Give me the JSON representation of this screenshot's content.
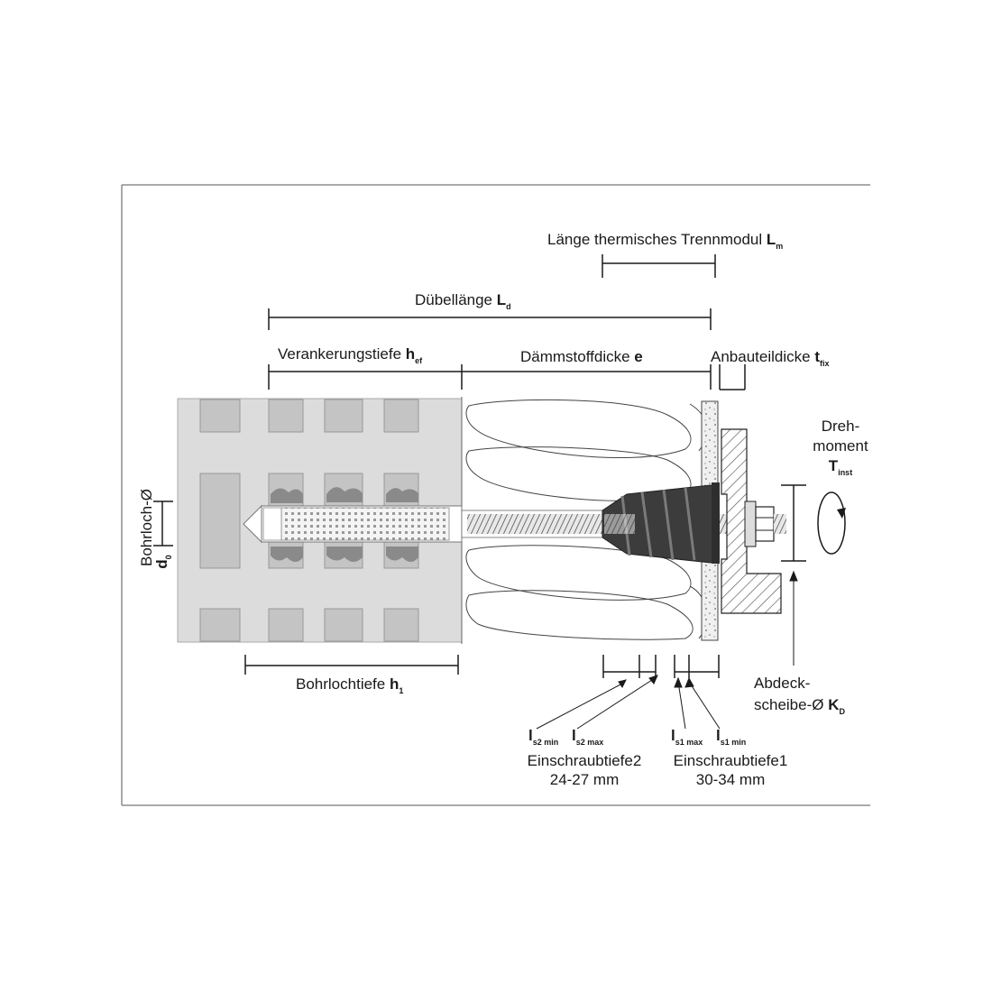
{
  "labels": {
    "thermal_module_length": {
      "text": "Länge thermisches Trennmodul",
      "symbol": "L",
      "sub": "m"
    },
    "anchor_length": {
      "text": "Dübellänge",
      "symbol": "L",
      "sub": "d"
    },
    "anchoring_depth": {
      "text": "Verankerungstiefe",
      "symbol": "h",
      "sub": "ef"
    },
    "insulation_thickness": {
      "text": "Dämmstoffdicke",
      "symbol": "e"
    },
    "component_thickness": {
      "text": "Anbauteildicke",
      "symbol": "t",
      "sub": "fix"
    },
    "torque": {
      "line1": "Dreh-",
      "line2": "moment",
      "symbol": "T",
      "sub": "inst"
    },
    "drill_diameter": {
      "text": "Bohrloch-Ø",
      "symbol": "d",
      "sub": "0"
    },
    "drill_depth": {
      "text": "Bohrlochtiefe",
      "symbol": "h",
      "sub": "1"
    },
    "cover_disc": {
      "line1": "Abdeck-",
      "line2": "scheibe-Ø",
      "symbol": "K",
      "sub": "D"
    },
    "screw_depth_2": {
      "min_symbol": "l",
      "min_sub": "s2 min",
      "max_symbol": "l",
      "max_sub": "s2 max",
      "title": "Einschraubtiefe2",
      "range": "24-27 mm"
    },
    "screw_depth_1": {
      "max_symbol": "l",
      "max_sub": "s1 max",
      "min_symbol": "l",
      "min_sub": "s1 min",
      "title": "Einschraubtiefe1",
      "range": "30-34 mm"
    }
  },
  "colors": {
    "concrete": "#dcdcdc",
    "concrete_block": "#c4c4c4",
    "mortar": "#8a8a8a",
    "module_dark": "#3c3c3c",
    "line": "#1a1a1a",
    "hatch": "#555555"
  }
}
